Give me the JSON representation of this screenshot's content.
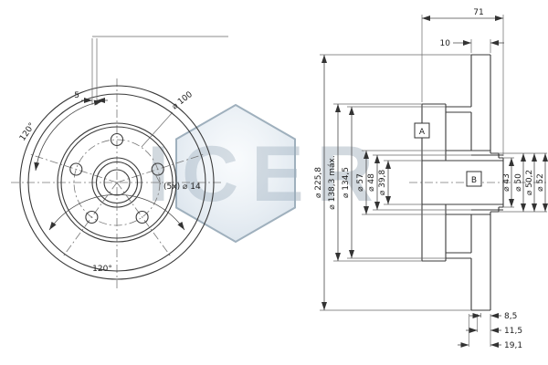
{
  "drawing": {
    "watermark_brand": "ICER",
    "front": {
      "dim_gap": "5",
      "dim_bolt_circle": "⌀ 100",
      "dim_holes": "(5x) ⌀ 14",
      "angle_top": "120°",
      "angle_bottom": "120°"
    },
    "section": {
      "dim_total_width": "71",
      "dim_disc_thickness": "10",
      "left_dims": [
        "⌀ 225,8",
        "⌀ 138,3 máx.",
        "⌀ 134,5",
        "⌀ 57",
        "⌀ 48",
        "⌀ 39,8"
      ],
      "right_dims": [
        "⌀ 43",
        "⌀ 50",
        "⌀ 50,2",
        "⌀ 52"
      ],
      "bottom_dims": [
        "8,5",
        "11,5",
        "19,1"
      ],
      "datum_a": "A",
      "datum_b": "B"
    }
  }
}
